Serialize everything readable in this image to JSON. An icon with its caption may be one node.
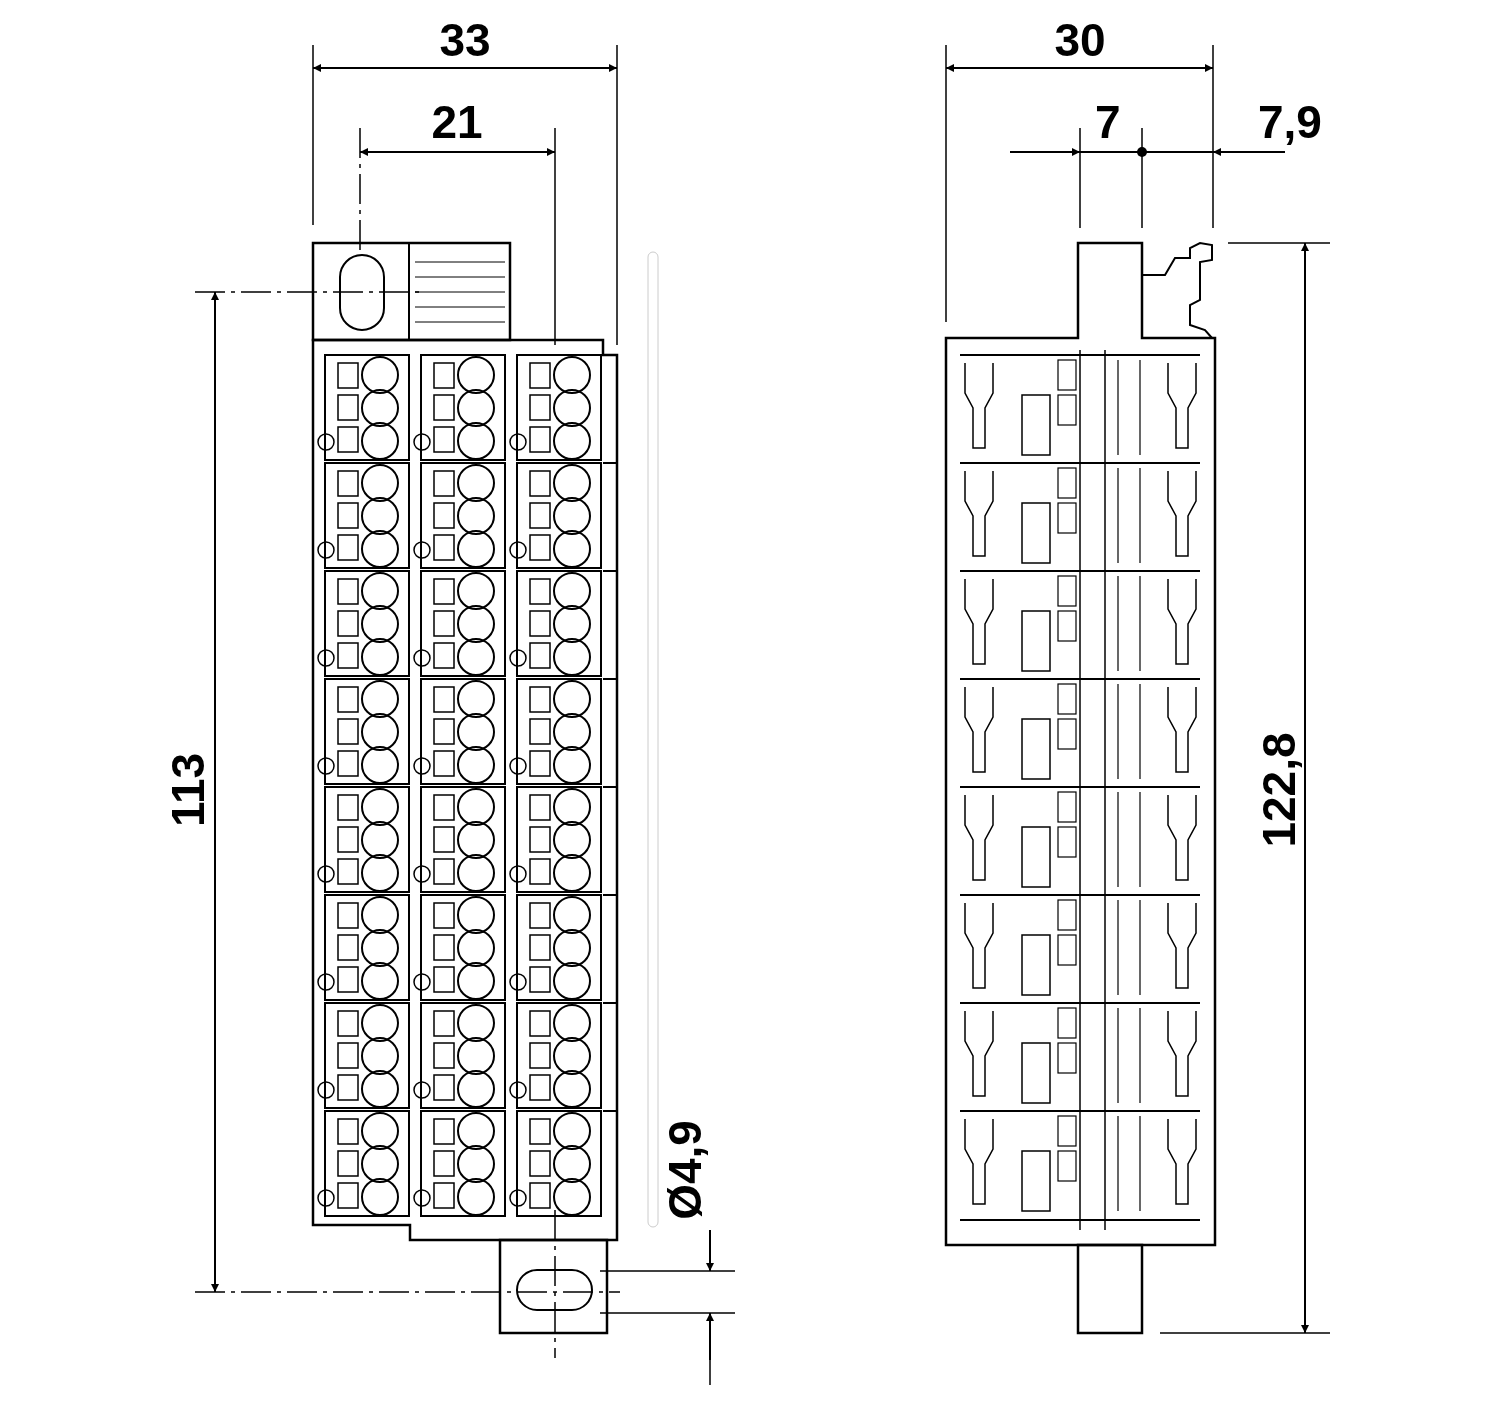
{
  "diagram": {
    "labels": [
      "33",
      "30",
      "21",
      "7",
      "7,9",
      "113",
      "122,8",
      "Ø4,9"
    ]
  }
}
